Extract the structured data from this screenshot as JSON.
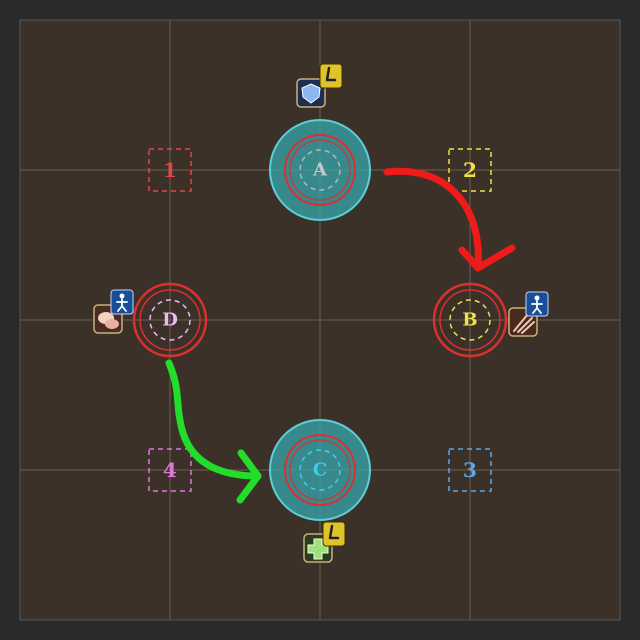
{
  "colors": {
    "background": "#2a2a2a",
    "arena_fill": "#3b3129",
    "grid_line": "#7a6a55",
    "aoe_fill": "#37a7ad",
    "aoe_ring": "#d93030",
    "arrow_red": "#ef1a1a",
    "arrow_green": "#22dd2a"
  },
  "waymarks": {
    "A": {
      "label": "A",
      "color": "#c8c8c8"
    },
    "B": {
      "label": "B",
      "color": "#f0e050"
    },
    "C": {
      "label": "C",
      "color": "#38d2f0"
    },
    "D": {
      "label": "D",
      "color": "#f0b8f0"
    },
    "1": {
      "label": "1",
      "color": "#e04848"
    },
    "2": {
      "label": "2",
      "color": "#f0e040"
    },
    "3": {
      "label": "3",
      "color": "#5aa8ee"
    },
    "4": {
      "label": "4",
      "color": "#e078d8"
    }
  },
  "players": {
    "tank": {
      "icon": "shield-job-icon",
      "badge": "lightning-badge-icon"
    },
    "healer": {
      "icon": "cross-job-icon",
      "badge": "lightning-badge-icon"
    },
    "dps_left": {
      "icon": "scroll-job-icon",
      "badge": "figure-badge-icon"
    },
    "dps_right": {
      "icon": "claw-job-icon",
      "badge": "figure-badge-icon"
    }
  }
}
